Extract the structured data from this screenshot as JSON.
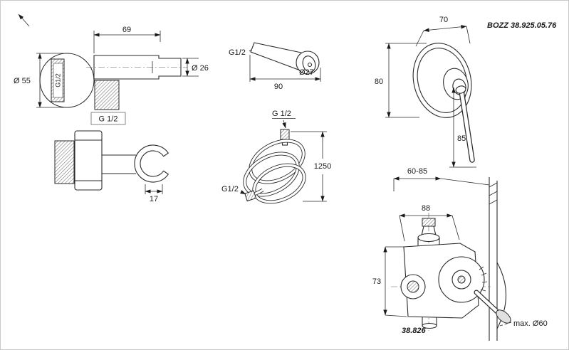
{
  "colors": {
    "line": "#2a2a2a",
    "border": "#c9c9c9",
    "background": "#ffffff"
  },
  "product": {
    "model": "BOZZ 38.925.05.76",
    "valve_model": "38.826"
  },
  "wall_outlet": {
    "width": "69",
    "flange_diameter": "Ø 55",
    "flange_thread": "G1/2",
    "outlet_diameter": "Ø 26",
    "thread": "G 1/2",
    "holder_width": "17"
  },
  "hand_shower": {
    "thread": "G1/2",
    "length": "90",
    "head_diameter": "Ø27"
  },
  "hose": {
    "thread_top": "G 1/2",
    "length": "1250",
    "thread_bottom": "G1/2"
  },
  "mixer_trim": {
    "escutcheon_width": "70",
    "escutcheon_height": "80",
    "lever_length": "85"
  },
  "valve": {
    "depth_range": "60-85",
    "width": "88",
    "height": "73",
    "max_hole": "max. Ø60"
  }
}
